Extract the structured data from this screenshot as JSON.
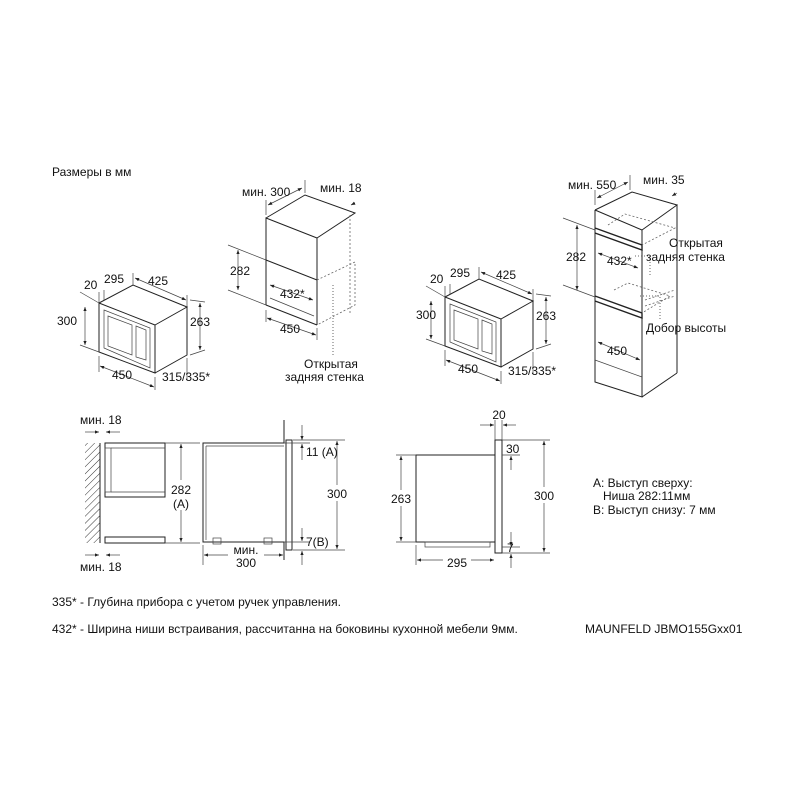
{
  "title": "Размеры в мм",
  "iso_appliance": {
    "d20": "20",
    "d295": "295",
    "d425": "425",
    "d300": "300",
    "d263": "263",
    "d450": "450",
    "d315": "315/335*"
  },
  "iso_wall_cabinet": {
    "min300": "мин. 300",
    "min18": "мин. 18",
    "d282": "282",
    "d432": "432*",
    "d450": "450",
    "open_back_1": "Открытая",
    "open_back_2": "задняя стенка"
  },
  "iso_appliance_2": {
    "d20": "20",
    "d295": "295",
    "d425": "425",
    "d300": "300",
    "d263": "263",
    "d450": "450",
    "d315": "315/335*"
  },
  "iso_tall_cabinet": {
    "min550": "мин. 550",
    "min35": "мин. 35",
    "d282": "282",
    "d432": "432*",
    "open_back_1": "Открытая",
    "open_back_2": "задняя стенка",
    "height_filler": "Добор высоты",
    "d450": "450"
  },
  "side_wall": {
    "min18_top": "мин. 18",
    "min18_bottom": "мин. 18",
    "d282": "282",
    "a": "(A)"
  },
  "side_section": {
    "d11": "11 (A)",
    "d7": "7(B)",
    "d300": "300",
    "min": "мин.",
    "min300": "300"
  },
  "side_view": {
    "d20": "20",
    "d30": "30",
    "d7": "7",
    "d263": "263",
    "d300": "300",
    "d295": "295"
  },
  "legend": {
    "a_line1": "A: Выступ сверху:",
    "a_line2": "Ниша 282:11мм",
    "b_line": "B: Выступ снизу: 7 мм"
  },
  "footnotes": {
    "note_335": "335* - Глубина прибора с учетом ручек управления.",
    "note_432": "432* - Ширина ниши встраивания, рассчитанна на боковины кухонной мебели 9мм."
  },
  "model": "MAUNFELD JBMO155Gxx01"
}
